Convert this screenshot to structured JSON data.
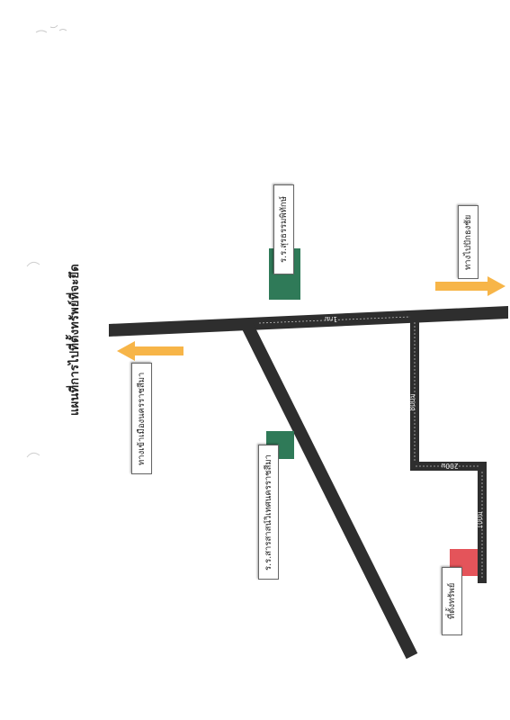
{
  "title": "แผนที่การไปที่ตั้งทรัพย์ที่จะยึด",
  "labels": {
    "left_direction": "ทางเข้าเมืองนครราชสีมา",
    "right_direction": "ทางไปปักธงชัย",
    "school_top": "ร.ร.สุรธรรมพิทักษ์",
    "school_middle": "ร.ร.สารสาสน์วิเทศนครราชสีมา",
    "property": "ที่ตั้งทรัพย์"
  },
  "distances": {
    "main_road": "1กม",
    "down_road": "800ม",
    "cross_road": "200ม",
    "last_road": "100ม"
  },
  "colors": {
    "road": "#2e2e2e",
    "arrow": "#f7b548",
    "school": "#2f7a58",
    "property": "#e4545a"
  }
}
